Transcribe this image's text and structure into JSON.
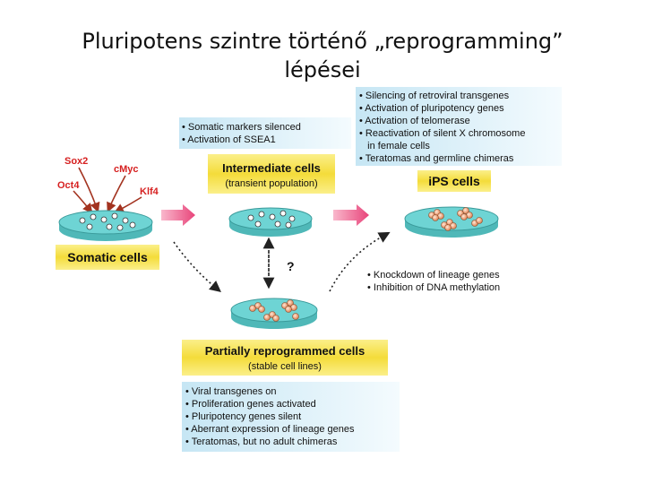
{
  "title": {
    "line1": "Pluripotens szintre történő „reprogramming”",
    "line2": "lépései"
  },
  "factors": {
    "sox2": "Sox2",
    "cmyc": "cMyc",
    "oct4": "Oct4",
    "klf4": "Klf4"
  },
  "stages": {
    "somatic": {
      "label": "Somatic cells"
    },
    "intermediate": {
      "label": "Intermediate cells",
      "sublabel": "(transient population)"
    },
    "ips": {
      "label": "iPS cells"
    },
    "partial": {
      "label": "Partially reprogrammed cells",
      "sublabel": "(stable cell lines)"
    }
  },
  "question_mark": "?",
  "notes": {
    "intermediate": [
      "• Somatic markers silenced",
      "• Activation of SSEA1"
    ],
    "ips": [
      "• Silencing of retroviral transgenes",
      "• Activation of pluripotency genes",
      "• Activation of telomerase",
      "• Reactivation of silent X chromosome",
      "   in female cells",
      "• Teratomas and germline chimeras"
    ],
    "to_ips": [
      "• Knockdown of lineage genes",
      "• Inhibition of DNA methylation"
    ],
    "partial": [
      "• Viral transgenes on",
      "• Proliferation genes activated",
      "• Pluripotency genes silent",
      "• Aberrant expression of lineage genes",
      "• Teratomas, but no adult chimeras"
    ]
  },
  "colors": {
    "label_bar": "#f6e04a",
    "note_box": "#d3ecf6",
    "arrow": "#e8447a",
    "dish": "#5cc6c6",
    "factor_text": "#d62020",
    "factor_arrow": "#a33320",
    "cell": "#e8a070"
  }
}
